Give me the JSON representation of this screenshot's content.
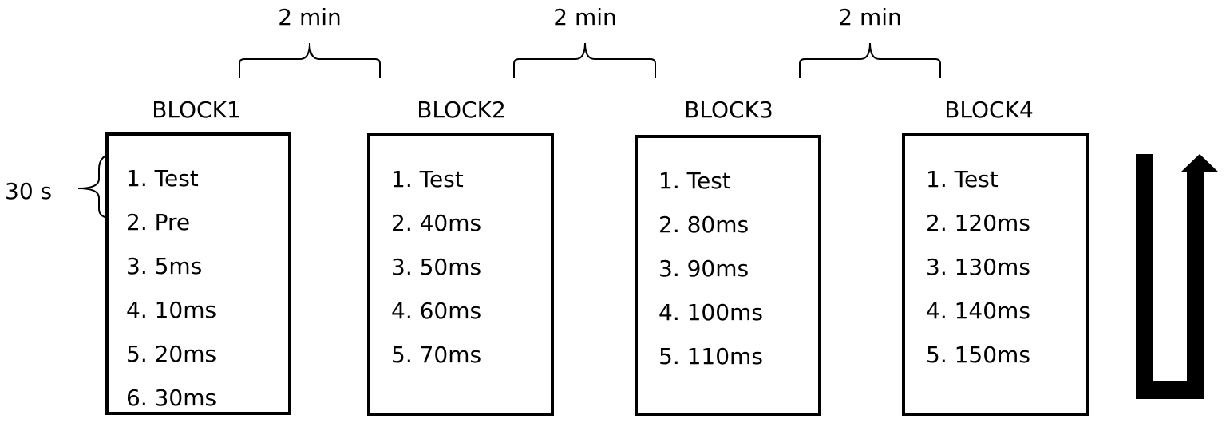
{
  "gaps": [
    {
      "label": "2 min"
    },
    {
      "label": "2 min"
    },
    {
      "label": "2 min"
    }
  ],
  "blocks": [
    {
      "title": "BLOCK1",
      "items": [
        "1. Test",
        "2. Pre",
        "3. 5ms",
        "4. 10ms",
        "5. 20ms",
        "6. 30ms"
      ]
    },
    {
      "title": "BLOCK2",
      "items": [
        "1. Test",
        "2. 40ms",
        "3. 50ms",
        "4. 60ms",
        "5. 70ms"
      ]
    },
    {
      "title": "BLOCK3",
      "items": [
        "1. Test",
        "2. 80ms",
        "3. 90ms",
        "4. 100ms",
        "5. 110ms"
      ]
    },
    {
      "title": "BLOCK4",
      "items": [
        "1. Test",
        "2. 120ms",
        "3. 130ms",
        "4. 140ms",
        "5. 150ms"
      ]
    }
  ],
  "duration_note": {
    "label": "30 s"
  },
  "repeat_arrow": {
    "icon": "u-turn-up-arrow-icon"
  }
}
